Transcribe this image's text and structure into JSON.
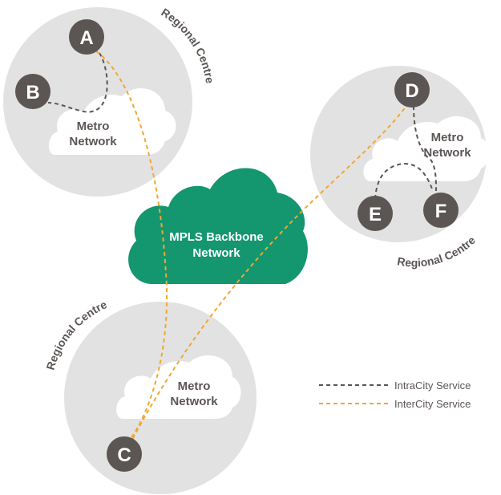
{
  "regions": [
    {
      "id": "top-left",
      "label": "Regional Centre",
      "metro_label": [
        "Metro",
        "Network"
      ]
    },
    {
      "id": "right",
      "label": "Regional Centre",
      "metro_label": [
        "Metro",
        "Network"
      ]
    },
    {
      "id": "bottom",
      "label": "Regional Centre",
      "metro_label": [
        "Metro",
        "Network"
      ]
    }
  ],
  "backbone": {
    "label": [
      "MPLS Backbone",
      "Network"
    ]
  },
  "nodes": [
    {
      "id": "A",
      "label": "A"
    },
    {
      "id": "B",
      "label": "B"
    },
    {
      "id": "C",
      "label": "C"
    },
    {
      "id": "D",
      "label": "D"
    },
    {
      "id": "E",
      "label": "E"
    },
    {
      "id": "F",
      "label": "F"
    }
  ],
  "legend": {
    "intracity": "IntraCity Service",
    "intercity": "InterCity Service"
  },
  "colors": {
    "region": "#e3e2e2",
    "backbone": "#14966e",
    "node": "#5b5654",
    "intracity_line": "#5b5654",
    "intercity_line": "#f0a830"
  }
}
